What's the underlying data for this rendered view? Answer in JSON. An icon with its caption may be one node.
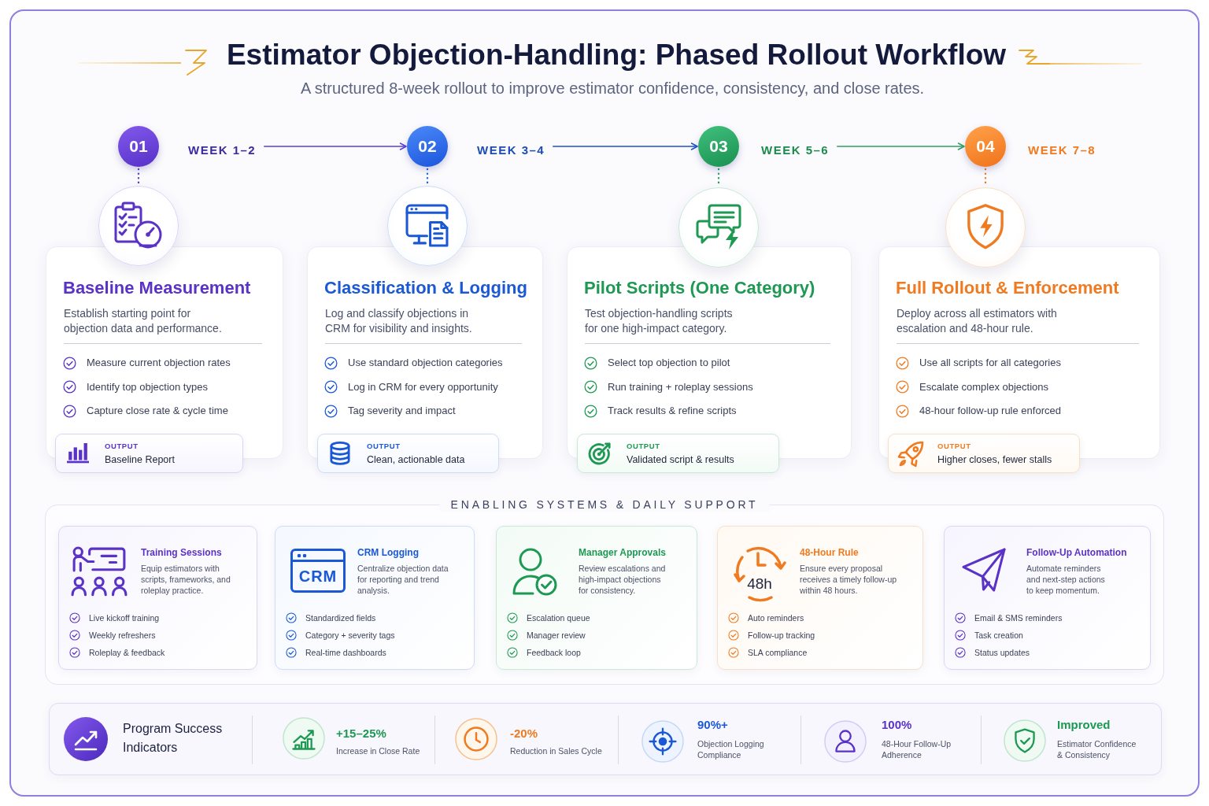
{
  "diagram": {
    "title": "Estimator Objection-Handling: Phased Rollout Workflow",
    "nodes": [
      {
        "text": [
          "01"
        ]
      },
      {
        "text": [
          "WEEK 1–2"
        ]
      },
      {
        "text": [],
        "shape": "circle"
      },
      {
        "text": [
          "Baseline Measurement",
          "Establish starting point for objection data and performance.",
          "Measure current objection rates",
          "Identify top objection types",
          "Capture close rate & cycle time"
        ]
      },
      {
        "text": [
          "OUTPUT",
          "Baseline Report"
        ]
      },
      {
        "text": [
          "02"
        ]
      },
      {
        "text": [
          "WEEK 3–4"
        ]
      },
      {
        "text": [],
        "shape": "circle"
      },
      {
        "text": [
          "Classification & Logging",
          "Log and classify objections in CRM for visibility and insights.",
          "Use standard objection categories",
          "Log in CRM for every opportunity",
          "Tag severity and impact"
        ]
      },
      {
        "text": [
          "OUTPUT",
          "Clean, actionable data"
        ]
      },
      {
        "text": [
          "03"
        ]
      },
      {
        "text": [
          "WEEK 5–6"
        ]
      },
      {
        "text": [],
        "shape": "circle"
      },
      {
        "text": [
          "Pilot Scripts (One Category)",
          "Test objection-handling scripts for one high-impact category.",
          "Select top objection to pilot",
          "Run training + roleplay sessions",
          "Track results & refine scripts"
        ]
      },
      {
        "text": [
          "OUTPUT",
          "Validated script & results"
        ]
      },
      {
        "text": [
          "04"
        ]
      },
      {
        "text": [
          "WEEK 7–8"
        ]
      },
      {
        "text": [],
        "shape": "circle"
      },
      {
        "text": [
          "Full Rollout & Enforcement",
          "Deploy across all estimators with escalation and 48-hour rule.",
          "Use all scripts for all categories",
          "Escalate complex objections",
          "48-hour follow-up rule enforced"
        ]
      },
      {
        "text": [
          "OUTPUT",
          "Higher closes, fewer stalls"
        ]
      },
      {
        "text": [
          "ENABLING SYSTEMS & DAILY SUPPORT"
        ]
      },
      {
        "text": [
          "Training Sessions",
          "Equip estimators with scripts, frameworks, and roleplay practice.",
          "Live kickoff training",
          "Weekly refreshers",
          "Roleplay & feedback"
        ],
        "in": 20
      },
      {
        "text": [
          "CRM Logging",
          "Centralize objection data for reporting and trend analysis.",
          "Standardized fields",
          "Category + severity tags",
          "Real-time dashboards"
        ],
        "in": 20
      },
      {
        "text": [
          "CRM"
        ],
        "in": 22
      },
      {
        "text": [
          "Manager Approvals",
          "Review escalations and high-impact objections for consistency.",
          "Escalation queue",
          "Manager review",
          "Feedback loop"
        ],
        "in": 20
      },
      {
        "text": [
          "48-Hour Rule",
          "Ensure every proposal receives a timely follow-up within 48 hours.",
          "Auto reminders",
          "Follow-up tracking",
          "SLA compliance"
        ],
        "in": 20
      },
      {
        "text": [
          "48h"
        ],
        "in": 25
      },
      {
        "text": [
          "Follow-Up Automation",
          "Automate reminders and next-step actions to keep momentum.",
          "Email & SMS reminders",
          "Task creation",
          "Status updates"
        ],
        "in": 20
      },
      {
        "text": [
          "Program Success Indicators",
          "+15–25%",
          "Increase in Close Rate",
          "-20%",
          "Reduction in Sales Cycle",
          "90%+",
          "Objection Logging Compliance",
          "100%",
          "48-Hour Follow-Up Adherence",
          "Improved",
          "Estimator Confidence & Consistency"
        ]
      }
    ],
    "edges": [
      {
        "from": 0,
        "to": 2,
        "arrow": "none",
        "style": "dashed",
        "color": "#5b3fd0"
      },
      {
        "from": 1,
        "to": 5,
        "arrow": "to",
        "color": "#5b3fd0"
      },
      {
        "from": 5,
        "to": 7,
        "arrow": "none",
        "style": "dashed",
        "color": "#2563e0"
      },
      {
        "from": 6,
        "to": 10,
        "arrow": "to",
        "color": "#1f4fc8"
      },
      {
        "from": 10,
        "to": 12,
        "arrow": "none",
        "style": "dashed",
        "color": "#27a062"
      },
      {
        "from": 11,
        "to": 15,
        "arrow": "to",
        "color": "#2ea062"
      },
      {
        "from": 15,
        "to": 17,
        "arrow": "none",
        "style": "dashed",
        "color": "#f07a1f"
      }
    ],
    "labels": [
      "A structured 8-week rollout to improve estimator confidence, consistency, and close rates."
    ]
  }
}
